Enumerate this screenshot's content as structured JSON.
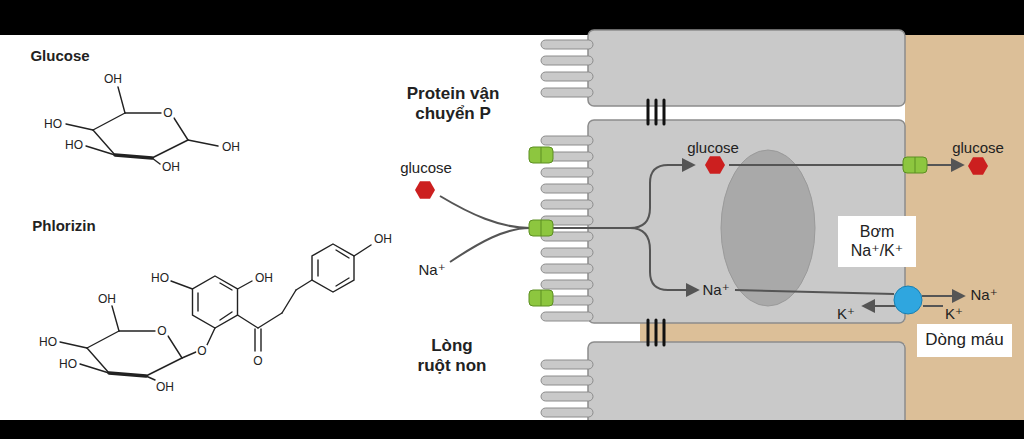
{
  "diagram": {
    "nodes": [
      {
        "text": [
          "Bơm Na⁺/K⁺"
        ]
      },
      {
        "text": [
          "Dòng máu"
        ]
      }
    ],
    "labels": [
      "Glucose",
      "OH",
      "HO",
      "O",
      "HO",
      "OH",
      "OH",
      "Phlorizin",
      "HO",
      "OH",
      "OH",
      "OH",
      "HO",
      "O",
      "HO",
      "O",
      "O",
      "OH",
      "Protein vận chuyển P",
      "glucose",
      "Na⁺",
      "Lòng ruột non",
      "glucose",
      "Na⁺",
      "glucose",
      "Na⁺",
      "K⁺",
      "K⁺"
    ]
  }
}
